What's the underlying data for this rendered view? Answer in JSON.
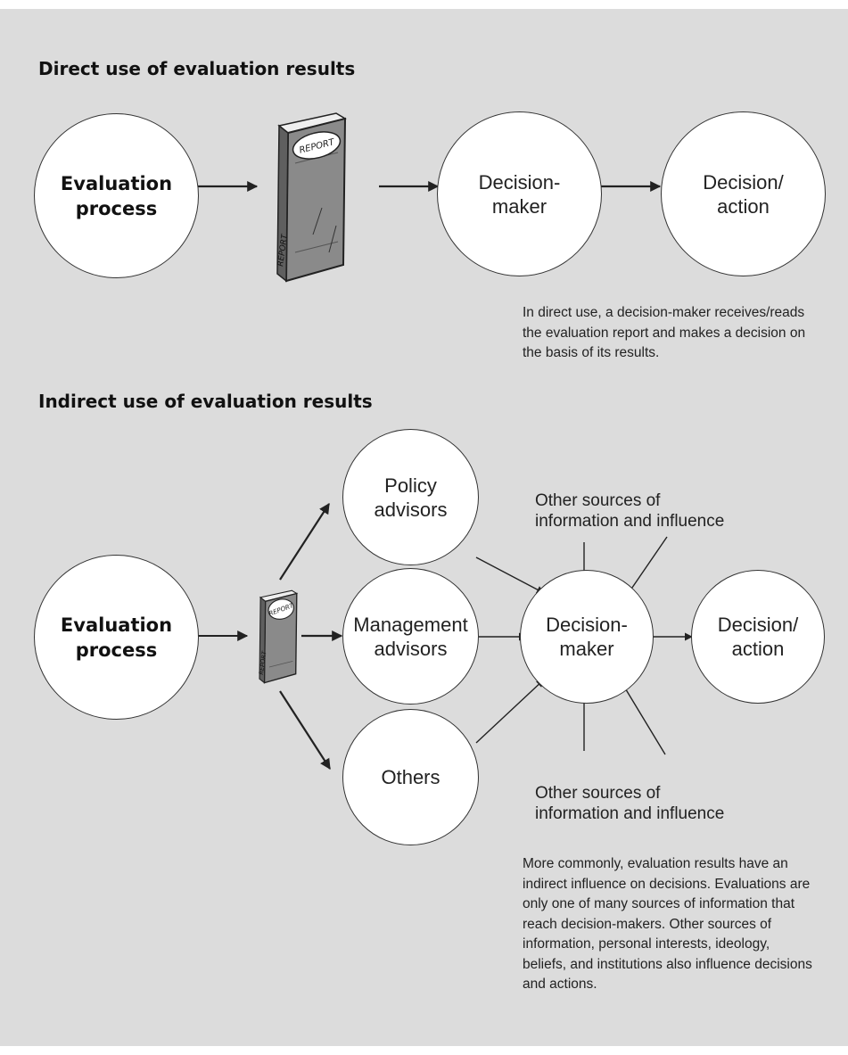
{
  "direct": {
    "title": "Direct use of evaluation results",
    "nodes": {
      "evaluation": "Evaluation\nprocess",
      "decision_maker": "Decision-\nmaker",
      "decision_action": "Decision/\naction"
    },
    "report_label": "REPORT",
    "caption": "In direct use, a decision-maker receives/reads the evaluation report and makes a decision on the basis of its results."
  },
  "indirect": {
    "title": "Indirect use of evaluation results",
    "nodes": {
      "evaluation": "Evaluation\nprocess",
      "policy": "Policy\nadvisors",
      "management": "Management\nadvisors",
      "others": "Others",
      "decision_maker": "Decision-\nmaker",
      "decision_action": "Decision/\naction"
    },
    "report_label": "REPORT",
    "other_sources_top": "Other sources of\ninformation and influence",
    "other_sources_bottom": "Other sources of\ninformation and influence",
    "caption": "More commonly, evaluation results have an indirect influence on decisions. Evaluations are only one of many sources of information that reach decision-makers. Other sources of information, personal interests, ideology, beliefs, and institutions also influence decisions and actions."
  }
}
